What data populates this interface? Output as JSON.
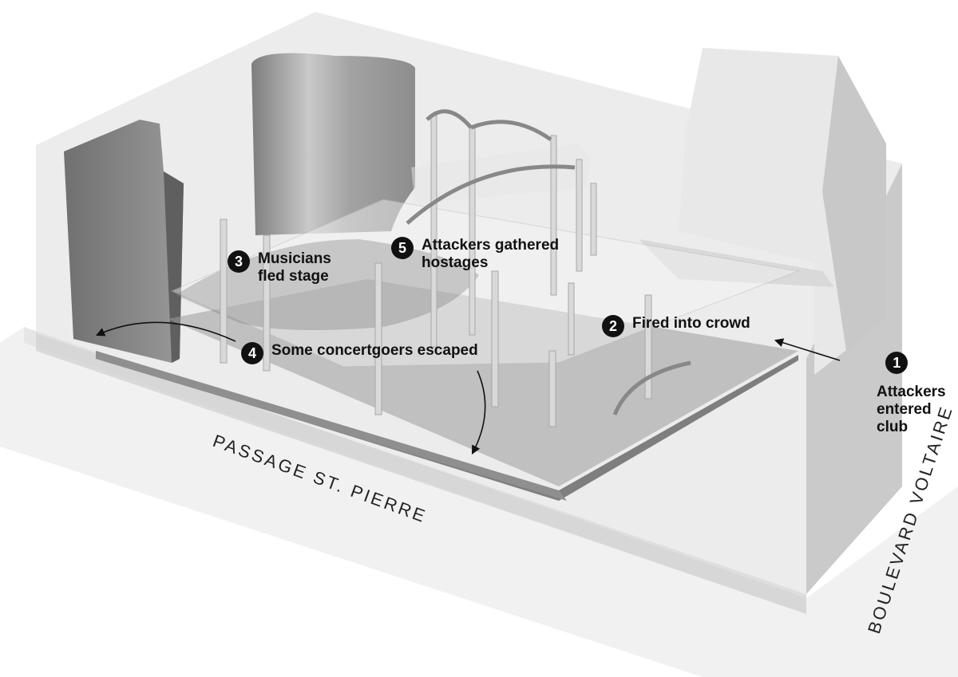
{
  "callouts": [
    {
      "number": "1",
      "label": "Attackers\nentered\nclub"
    },
    {
      "number": "2",
      "label": "Fired into crowd"
    },
    {
      "number": "3",
      "label": "Musicians\nfled stage"
    },
    {
      "number": "4",
      "label": "Some concertgoers escaped"
    },
    {
      "number": "5",
      "label": "Attackers gathered\nhostages"
    }
  ],
  "streets": {
    "passage": "PASSAGE ST. PIERRE",
    "boulevard": "BOULEVARD VOLTAIRE"
  },
  "colors": {
    "marker": "#111111",
    "building": "#cfcfcf",
    "floor": "#8a8a8a",
    "wall_dark": "#7a7a7a"
  }
}
